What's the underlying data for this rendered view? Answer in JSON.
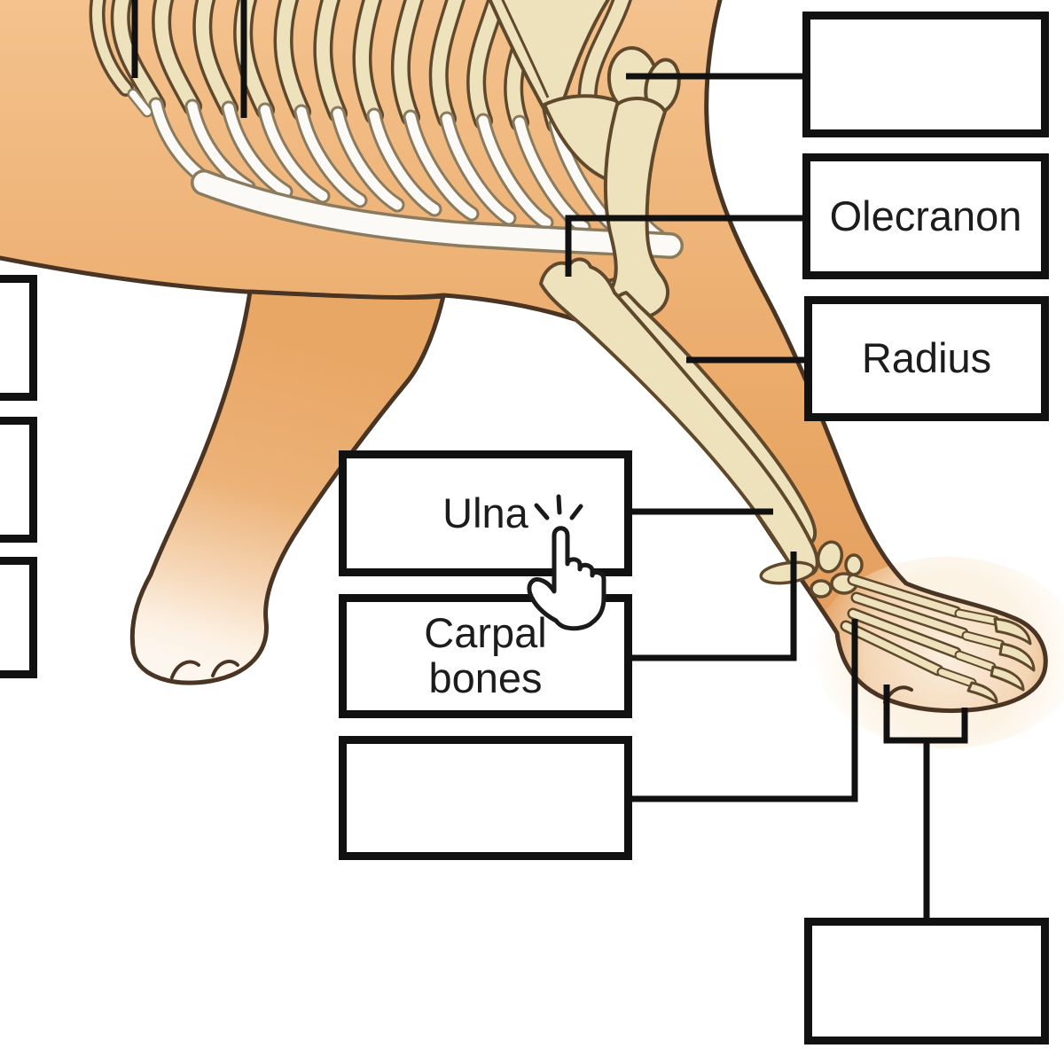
{
  "boxes": [
    {
      "id": "shoulder",
      "label": ""
    },
    {
      "id": "olecranon",
      "label": "Olecranon"
    },
    {
      "id": "radius",
      "label": "Radius"
    },
    {
      "id": "ulna",
      "label": "Ulna"
    },
    {
      "id": "carpal",
      "label": "Carpal bones"
    },
    {
      "id": "metacarpal",
      "label": ""
    },
    {
      "id": "phalanges",
      "label": ""
    },
    {
      "id": "left_top",
      "label": ""
    },
    {
      "id": "left_mid",
      "label": ""
    },
    {
      "id": "left_bot",
      "label": ""
    }
  ],
  "cursor": {
    "icon": "pointer-click-icon"
  },
  "colors": {
    "background": "#ffffff",
    "body": "#e8a766",
    "body_light": "#f4c28e",
    "body_outline": "#4a3423",
    "bone": "#eee2bd",
    "bone_outline": "#5f482c",
    "cartilage": "#fbfaf6",
    "cartilage_outline": "#8a7a5e",
    "box_border": "#111111",
    "connector": "#111111",
    "text": "#1c1c1c"
  }
}
